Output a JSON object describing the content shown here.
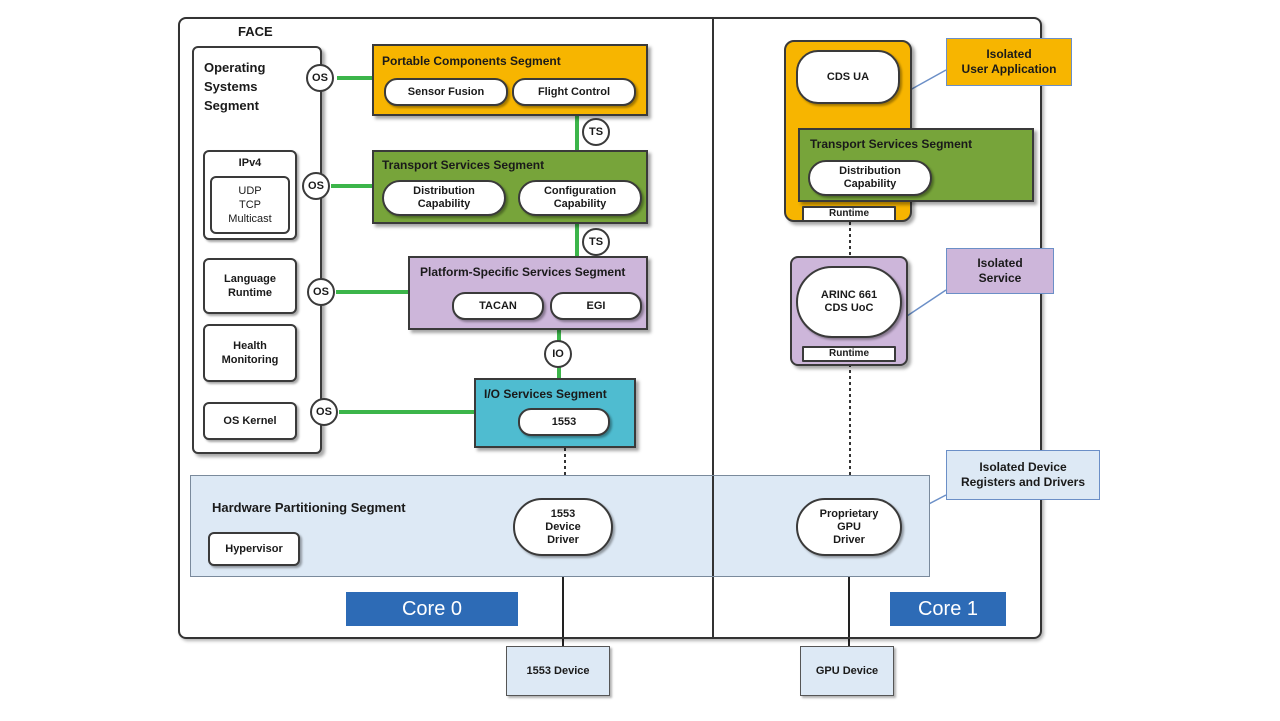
{
  "face_label": "FACE",
  "os_segment": {
    "title": "Operating\nSystems\nSegment",
    "ipv4": {
      "title": "IPv4",
      "protocols": "UDP\nTCP\nMulticast"
    },
    "language_runtime": "Language\nRuntime",
    "health_monitoring": "Health\nMonitoring",
    "os_kernel": "OS Kernel"
  },
  "interfaces": {
    "os": "OS",
    "ts": "TS",
    "io": "IO"
  },
  "portable_components": {
    "title": "Portable Components Segment",
    "items": [
      "Sensor Fusion",
      "Flight Control"
    ],
    "color": "#f7b500"
  },
  "transport_services": {
    "title": "Transport Services Segment",
    "items": [
      "Distribution\nCapability",
      "Configuration\nCapability"
    ],
    "color": "#77a43a"
  },
  "platform_specific": {
    "title": "Platform-Specific Services Segment",
    "items": [
      "TACAN",
      "EGI"
    ],
    "color": "#cdb6da"
  },
  "io_services": {
    "title": "I/O Services Segment",
    "items": [
      "1553"
    ],
    "color": "#4fbcd0"
  },
  "hardware_partitioning": {
    "title": "Hardware Partitioning Segment",
    "hypervisor": "Hypervisor",
    "driver_1553": "1553\nDevice\nDriver",
    "gpu_driver": "Proprietary\nGPU\nDriver",
    "color": "#dde9f5"
  },
  "core1": {
    "cds_ua": "CDS UA",
    "transport_title": "Transport Services Segment",
    "distribution": "Distribution\nCapability",
    "runtime": "Runtime",
    "arinc": "ARINC 661\nCDS UoC",
    "runtime2": "Runtime"
  },
  "callouts": {
    "user_app": "Isolated\nUser Application",
    "service": "Isolated\nService",
    "device": "Isolated Device\nRegisters and Drivers"
  },
  "cores": {
    "core0": "Core 0",
    "core1": "Core 1"
  },
  "devices": {
    "dev1553": "1553 Device",
    "gpu": "GPU Device"
  }
}
